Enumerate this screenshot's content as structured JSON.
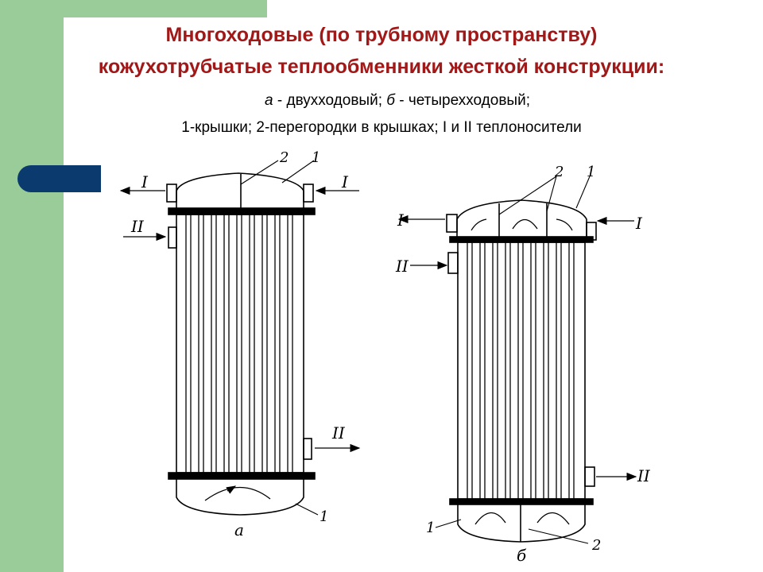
{
  "slide": {
    "title_line1": "Многоходовые (по трубному пространству)",
    "title_line2": "кожухотрубчатые теплообменники жесткой конструкции:",
    "subtitle_a_letter": "а",
    "subtitle_a_text": " - двухходовый; ",
    "subtitle_b_letter": "б",
    "subtitle_b_text": " - четырехходовый;",
    "legend_line": "1-крышки; 2-перегородки в крышках;  I и II теплоносители"
  },
  "diagram_a": {
    "label": "а",
    "callout_1_top": "1",
    "callout_2_top": "2",
    "callout_1_bottom": "1",
    "fluid_I_out": "I",
    "fluid_I_in": "I",
    "fluid_II_in": "II",
    "fluid_II_out": "II"
  },
  "diagram_b": {
    "label": "б",
    "callout_1_top": "1",
    "callout_2_top": "2",
    "callout_1_bottom": "1",
    "callout_2_bottom": "2",
    "fluid_I_out": "I",
    "fluid_I_in": "I",
    "fluid_II_in": "II",
    "fluid_II_out": "II"
  },
  "colors": {
    "accent_green": "#99cc99",
    "title_red": "#a01818",
    "tab_blue": "#0b3a6e"
  }
}
